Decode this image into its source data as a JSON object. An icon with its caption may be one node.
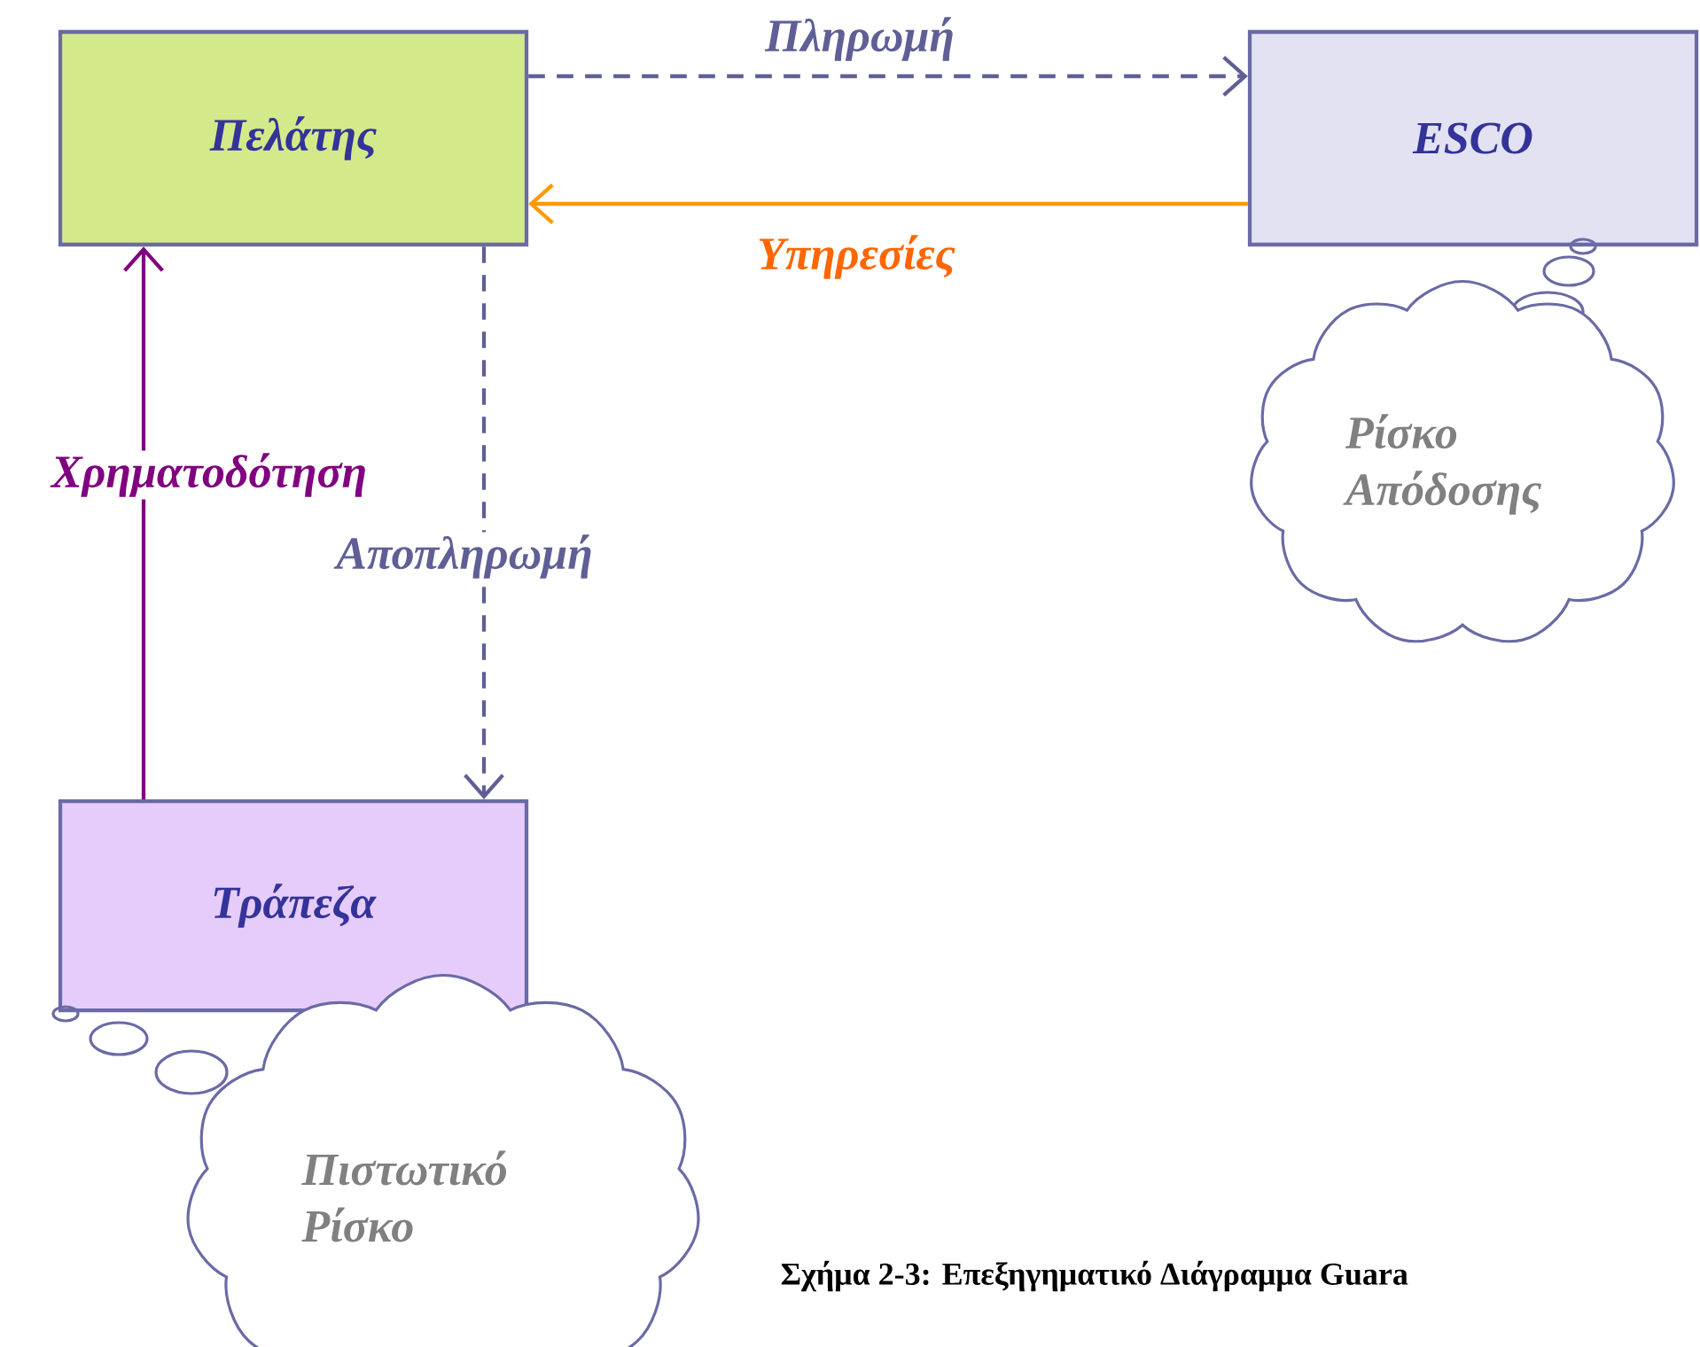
{
  "diagram": {
    "caption": "Σχήμα 2-3: Επεξηγηματικό Διάγραμμα Guara",
    "nodes": [
      {
        "text": [
          "Πελάτης"
        ]
      },
      {
        "text": [
          "ESCO"
        ]
      },
      {
        "text": [
          "Τράπεζα"
        ]
      },
      {
        "text": [
          "Ρίσκο Απόδοσης"
        ]
      },
      {
        "text": [
          "Πιστωτικό Ρίσκο"
        ]
      }
    ],
    "edges": [
      {
        "from": 0,
        "to": 1,
        "arrow": "to",
        "label": "Πληρωμή",
        "style": "dashed",
        "color": "#5f5f96"
      },
      {
        "from": 1,
        "to": 0,
        "arrow": "to",
        "label": "Υπηρεσίες",
        "color": "#ff9900"
      },
      {
        "from": 2,
        "to": 0,
        "arrow": "to",
        "label": "Χρηματοδότηση",
        "color": "#800080"
      },
      {
        "from": 0,
        "to": 2,
        "arrow": "to",
        "label": "Αποπληρωμή",
        "style": "dashed",
        "color": "#5f5f96"
      }
    ]
  }
}
